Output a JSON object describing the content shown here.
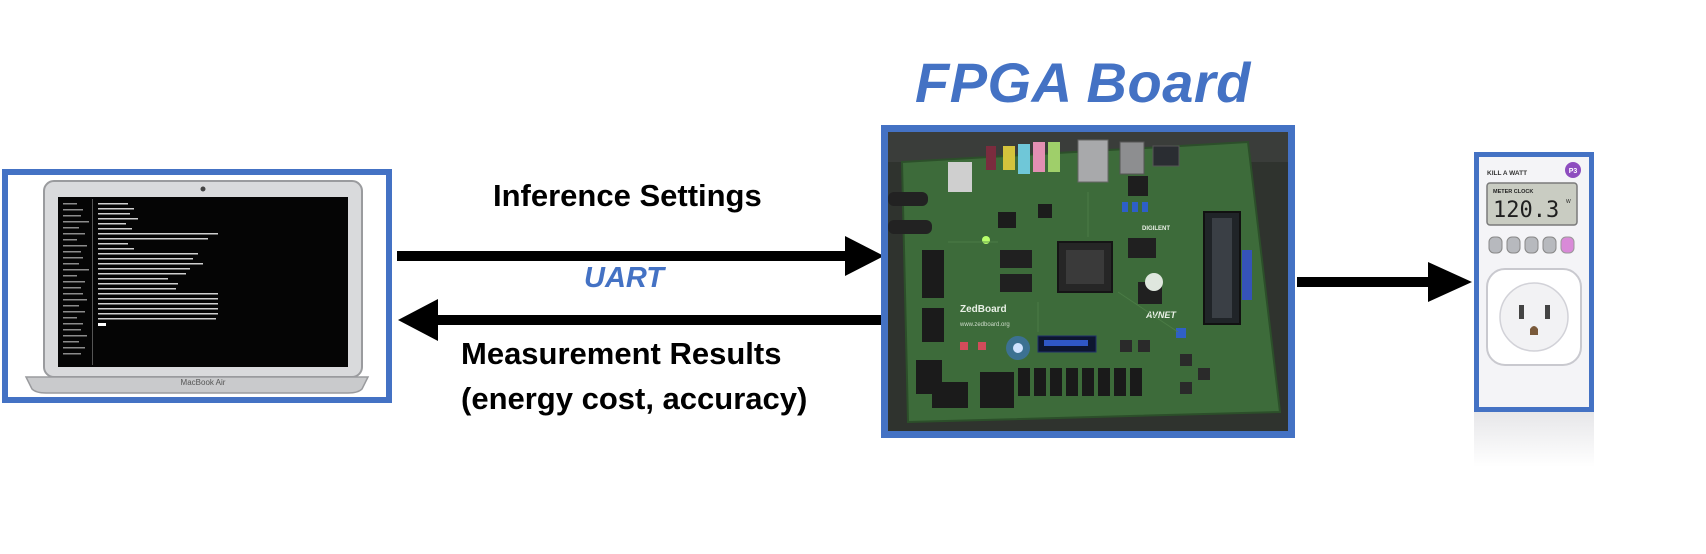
{
  "diagram": {
    "title": "FPGA Board",
    "arrows": {
      "top_label": "Inference Settings",
      "protocol_label": "UART",
      "bottom_label_line1": "Measurement Results",
      "bottom_label_line2": "(energy cost, accuracy)"
    },
    "laptop": {
      "brand_text": "MacBook Air"
    },
    "board": {
      "name_text": "ZedBoard",
      "url_text": "www.zedboard.org",
      "vendor_text": "AVNET",
      "partner_text": "DIGILENT"
    },
    "meter": {
      "brand_text": "KILL A WATT",
      "mode_text": "METER CLOCK",
      "reading": "120.3",
      "unit": "W"
    },
    "colors": {
      "accent_blue": "#4472c4",
      "arrow": "#000000",
      "pcb_green": "#3d6b3a",
      "screen": "#050505"
    }
  }
}
